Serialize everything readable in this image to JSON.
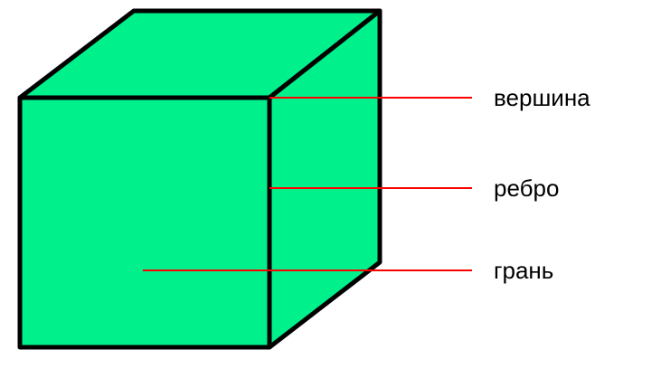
{
  "labels": {
    "vertex": "вершина",
    "edge": "ребро",
    "face": "грань"
  },
  "colors": {
    "face_fill": "#00f08c",
    "outline": "#000000",
    "pointer_line": "#ff0000",
    "label_text": "#000000",
    "background": "#ffffff"
  }
}
